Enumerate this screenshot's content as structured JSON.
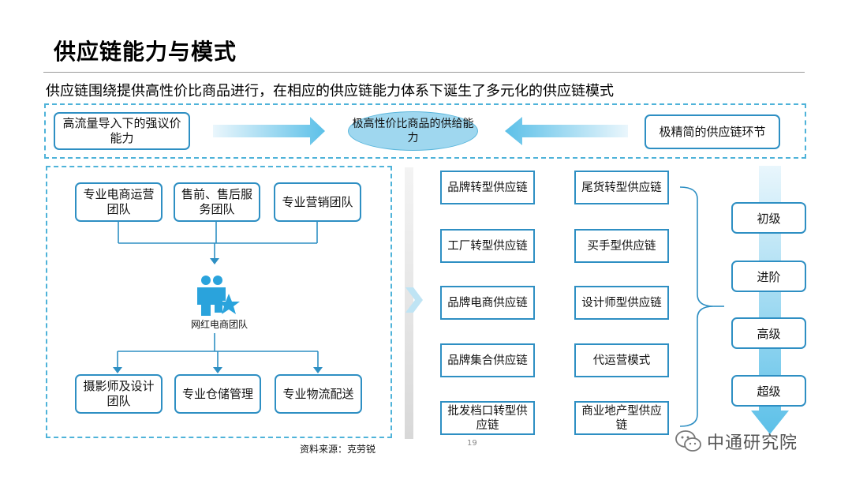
{
  "page": {
    "title": "供应链能力与模式",
    "subtitle": "供应链围绕提供高性价比商品进行，在相应的供应链能力体系下诞生了多元化的供应链模式"
  },
  "top_flow": {
    "left": "高流量导入下的强议价能力",
    "center": "极高性价比商品的供给能力",
    "right": "极精简的供应链环节"
  },
  "team": {
    "top": [
      "专业电商运营团队",
      "售前、售后服务团队",
      "专业营销团队"
    ],
    "center_label": "网红电商团队",
    "bottom": [
      "摄影师及设计团队",
      "专业仓储管理",
      "专业物流配送"
    ]
  },
  "modes": {
    "left": [
      "品牌转型供应链",
      "工厂转型供应链",
      "品牌电商供应链",
      "品牌集合供应链",
      "批发档口转型供应链"
    ],
    "right": [
      "尾货转型供应链",
      "买手型供应链",
      "设计师型供应链",
      "代运营模式",
      "商业地产型供应链"
    ]
  },
  "levels": [
    "初级",
    "进阶",
    "高级",
    "超级"
  ],
  "footer": {
    "source": "资料来源：克劳锐",
    "page_number": "19",
    "watermark": "中通研究院"
  },
  "icons": [
    "people-star-icon",
    "wechat-logo-icon"
  ],
  "colors": {
    "accent": "#2e8fc3",
    "dash": "#4fb3d9",
    "ellipse": "#9fd7ef",
    "arrow": "#5cc0e8"
  }
}
